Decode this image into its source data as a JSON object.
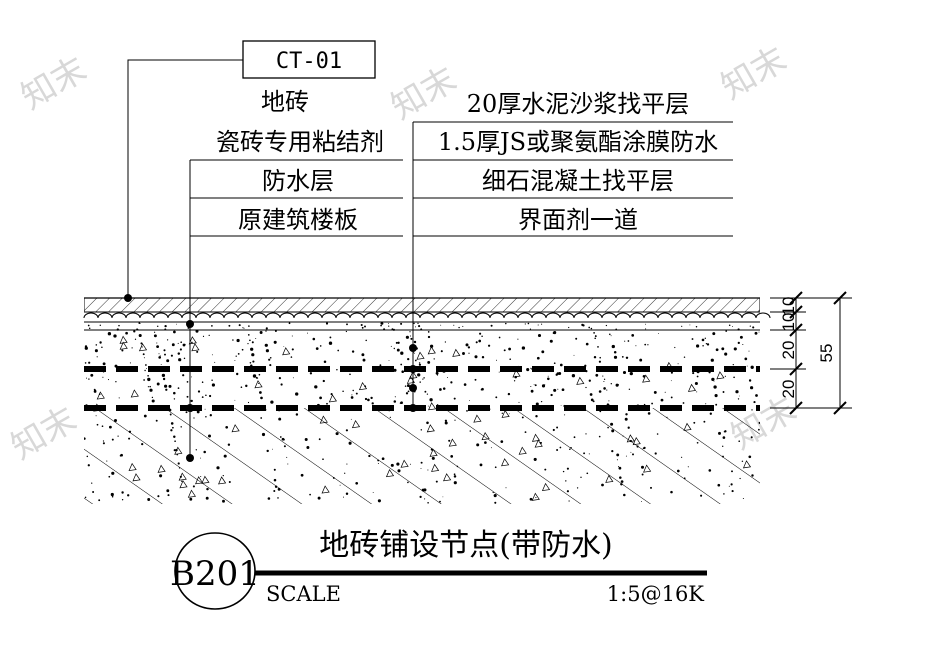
{
  "tag_label": "CT-01",
  "left_layers": [
    "地砖",
    "瓷砖专用粘结剂",
    "防水层",
    "原建筑楼板"
  ],
  "right_layers": [
    "20厚水泥沙浆找平层",
    "1.5厚JS或聚氨酯涂膜防水",
    "细石混凝土找平层",
    "界面剂一道"
  ],
  "dimensions": {
    "tile": "10",
    "adhesive": "10",
    "layer_a": "20",
    "layer_b": "20",
    "total": "55"
  },
  "title_block": {
    "code": "B201",
    "title": "地砖铺设节点(带防水)",
    "scale_label": "SCALE",
    "scale_value": "1:5@16K"
  },
  "watermark": "知末",
  "colors": {
    "ink": "#000000",
    "watermark": "#d8d8d8"
  }
}
